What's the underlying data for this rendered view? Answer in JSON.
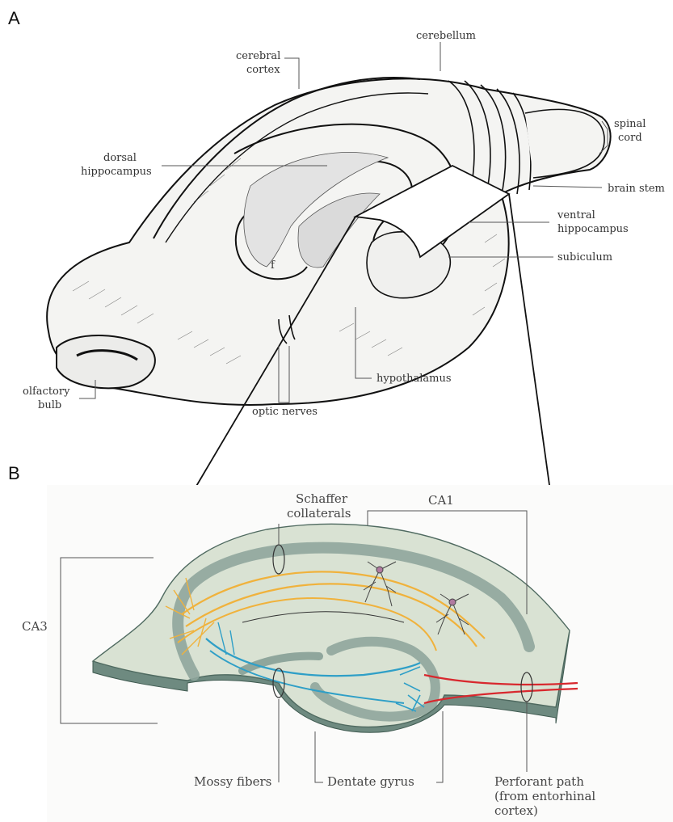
{
  "panel_a": {
    "letter": "A",
    "labels": {
      "cerebellum": "cerebellum",
      "cerebral_cortex_1": "cerebral",
      "cerebral_cortex_2": "cortex",
      "spinal_cord_1": "spinal",
      "spinal_cord_2": "cord",
      "dorsal_hippocampus_1": "dorsal",
      "dorsal_hippocampus_2": "hippocampus",
      "brain_stem": "brain stem",
      "ventral_hippocampus_1": "ventral",
      "ventral_hippocampus_2": "hippocampus",
      "subiculum": "subiculum",
      "fornix": "f",
      "hypothalamus": "hypothalamus",
      "olfactory_bulb_1": "olfactory",
      "olfactory_bulb_2": "bulb",
      "optic_nerves": "optic nerves"
    }
  },
  "panel_b": {
    "letter": "B",
    "labels": {
      "ca1": "CA1",
      "ca3": "CA3",
      "schaffer_1": "Schaffer",
      "schaffer_2": "collaterals",
      "mossy_fibers": "Mossy fibers",
      "dentate_gyrus": "Dentate gyrus",
      "perforant_1": "Perforant path",
      "perforant_2": "(from entorhinal",
      "perforant_3": "cortex)"
    },
    "colors": {
      "tissue": "#d9e2d3",
      "tissue_edge": "#6e8a80",
      "cell_layer": "#8fa69c",
      "schaffer_yellow": "#f0b23c",
      "mossy_blue": "#2f9fc7",
      "perforant_red": "#d8282e"
    }
  }
}
